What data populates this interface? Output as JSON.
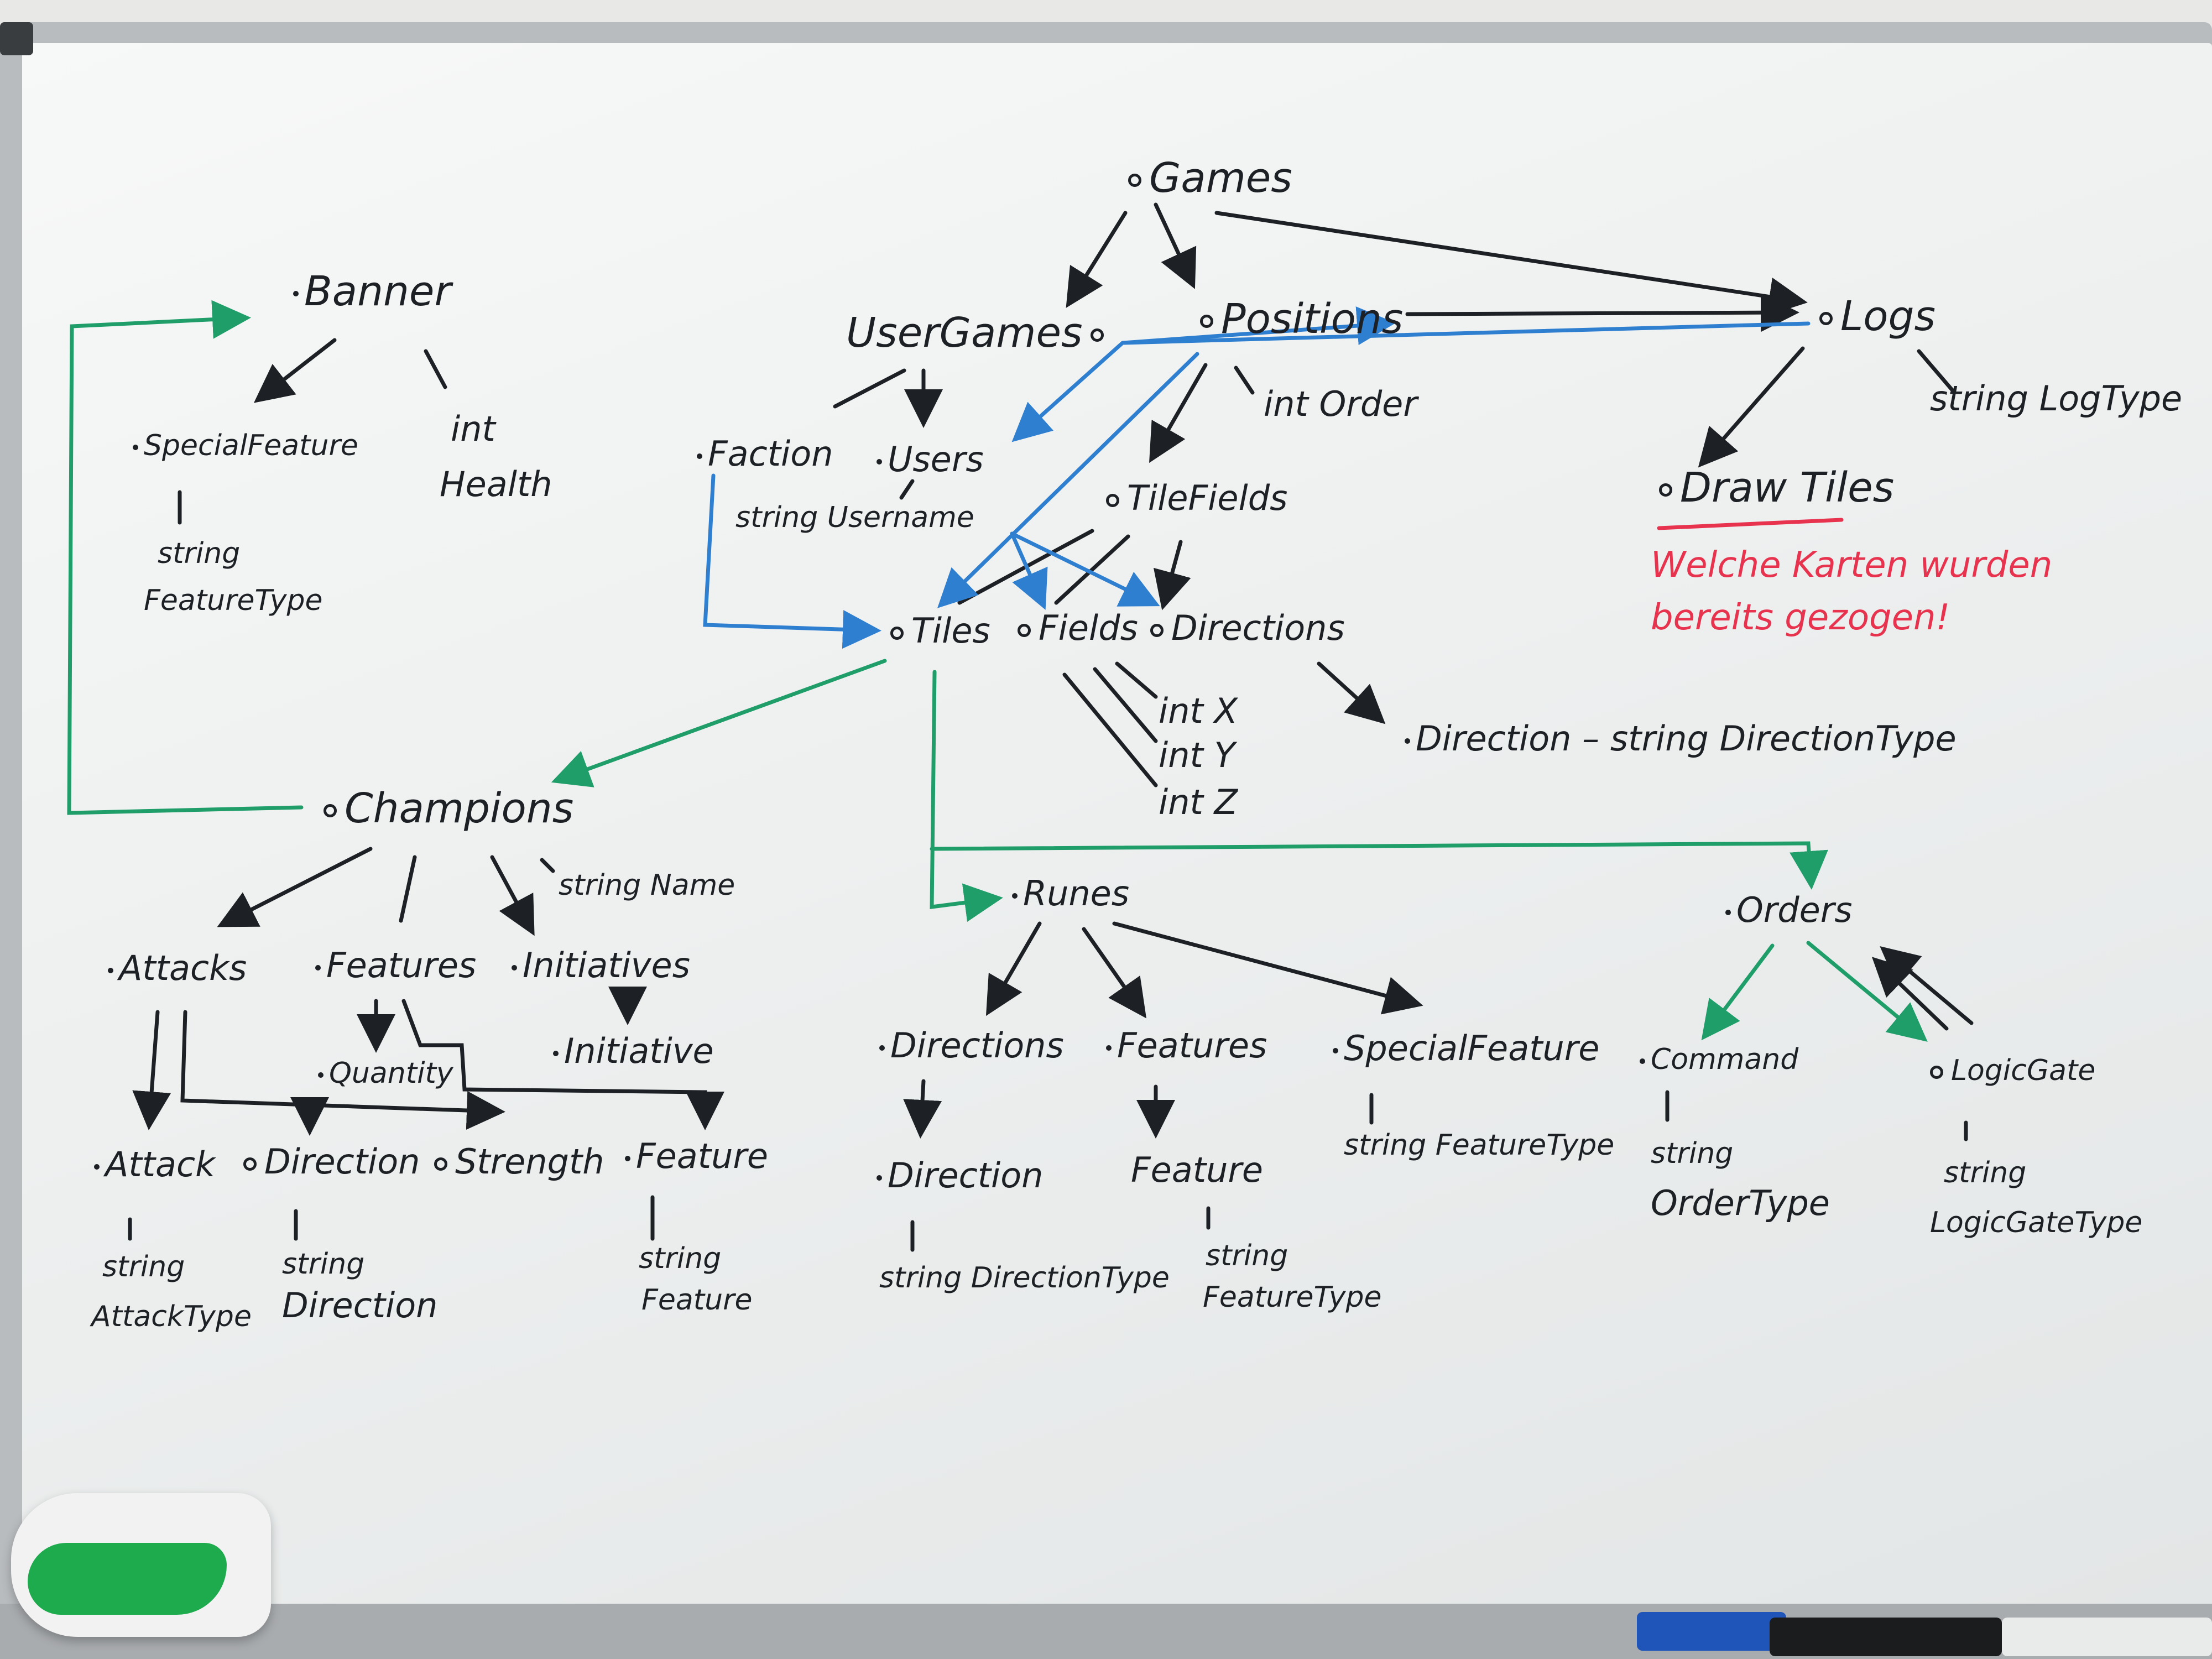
{
  "colors": {
    "ink": "#1d2024",
    "blue": "#2f7fd0",
    "green": "#1f9e6a",
    "red": "#e8334f"
  },
  "nodes": {
    "games": "Games",
    "user_games": "UserGames",
    "positions": "Positions",
    "logs": "Logs",
    "log_type": "string LogType",
    "draw_tiles": "Draw Tiles",
    "draw_tiles_note_line1": "Welche Karten wurden",
    "draw_tiles_note_line2": "bereits gezogen!",
    "int_order": "int Order",
    "faction": "Faction",
    "users": "Users",
    "username": "string Username",
    "tile_fields": "TileFields",
    "tiles": "Tiles",
    "fields": "Fields",
    "directions": "Directions",
    "int_x": "int X",
    "int_y": "int Y",
    "int_z": "int Z",
    "direction_type_line": "Direction – string DirectionType",
    "banner": "Banner",
    "special_feature": "SpecialFeature",
    "feature_type_string": "string",
    "feature_type_name": "FeatureType",
    "int_health_1": "int",
    "int_health_2": "Health",
    "champions": "Champions",
    "string_name": "string Name",
    "attacks": "Attacks",
    "features": "Features",
    "initiatives": "Initiatives",
    "quantity": "Quantity",
    "initiative": "Initiative",
    "attack": "Attack",
    "direction": "Direction",
    "strength": "Strength",
    "feature": "Feature",
    "attack_type_1": "string",
    "attack_type_2": "AttackType",
    "direction_str_1": "string",
    "direction_str_2": "Direction",
    "feature_str_1": "string",
    "feature_str_2": "Feature",
    "runes": "Runes",
    "orders": "Orders",
    "rune_directions": "Directions",
    "rune_features": "Features",
    "rune_special_feature": "SpecialFeature",
    "rune_direction": "Direction",
    "rune_direction_type": "string DirectionType",
    "rune_feature": "Feature",
    "rune_feature_type_1": "string",
    "rune_feature_type_2": "FeatureType",
    "rune_special_feature_type": "string FeatureType",
    "command": "Command",
    "order_type_1": "string",
    "order_type_2": "OrderType",
    "logic_gate": "LogicGate",
    "logic_gate_type_1": "string",
    "logic_gate_type_2": "LogicGateType"
  }
}
